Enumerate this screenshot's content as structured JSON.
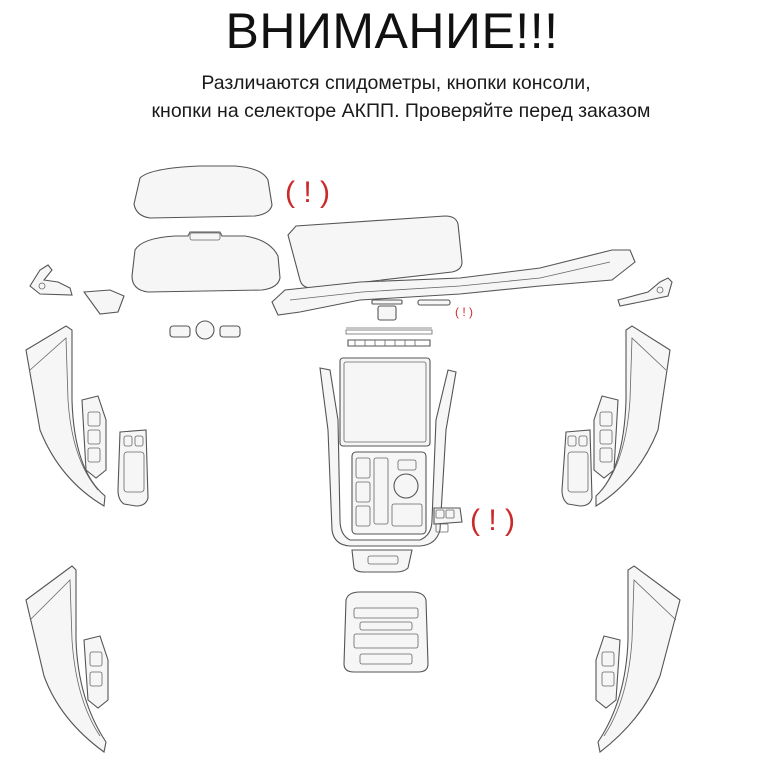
{
  "header": {
    "title": "ВНИМАНИЕ!!!",
    "line1": "Различаются спидометры, кнопки консоли,",
    "line2": "кнопки на селекторе АКПП. Проверяйте перед заказом"
  },
  "warnings": {
    "cluster": "( ! )",
    "vents": "( ! )",
    "selector": "( ! )"
  },
  "colors": {
    "warning": "#cc2a2a",
    "outline": "#555555"
  }
}
